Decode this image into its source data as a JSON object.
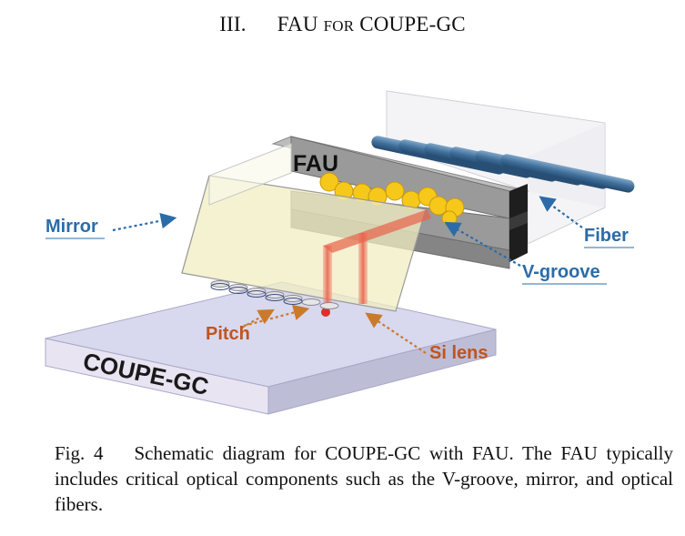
{
  "section": {
    "number": "III.",
    "title_main": "FAU ",
    "title_small": "FOR",
    "title_end": " COUPE-GC"
  },
  "figure": {
    "labels": {
      "fau": "FAU",
      "mirror": "Mirror",
      "fiber": "Fiber",
      "v_groove": "V-groove",
      "pitch": "Pitch",
      "si_lens": "Si lens",
      "coupe_gc": "COUPE-GC"
    },
    "colors": {
      "label_blue": "#2b6ca8",
      "label_orange": "#c0541e",
      "fau_gray": "#8e8e8e",
      "mirror_yellow": "#f0eec2",
      "ball_yellow": "#f6c81a",
      "fiber_blue": "#3f6f9a",
      "chip_top": "#d8d8ee",
      "beam_red": "#e8624a"
    }
  },
  "caption": {
    "label": "Fig. 4",
    "text": "Schematic diagram for COUPE-GC with FAU. The FAU typically includes critical optical components such as the V-groove, mirror, and optical fibers."
  }
}
